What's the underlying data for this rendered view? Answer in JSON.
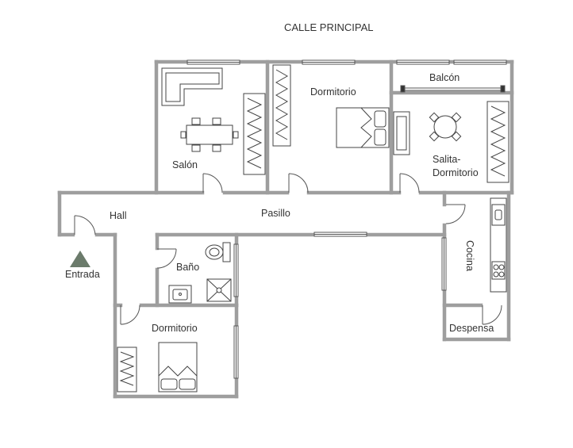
{
  "street": "CALLE PRINCIPAL",
  "rooms": {
    "salon": "Salón",
    "dormitorio_norte": "Dormitorio",
    "balcon": "Balcón",
    "salita": "Salita-",
    "salita_2": "Dormitorio",
    "hall": "Hall",
    "pasillo": "Pasillo",
    "bano": "Baño",
    "cocina": "Cocina",
    "despensa": "Despensa",
    "dormitorio_sur": "Dormitorio",
    "entrada": "Entrada"
  },
  "colors": {
    "wall": "#9e9e9e",
    "window": "#555555",
    "furniture": "#444444",
    "entrance_marker": "#6b7b6b"
  },
  "icons": [
    "entrance-triangle-icon",
    "bed-icon",
    "sofa-icon",
    "table-icon",
    "toilet-icon",
    "sink-icon",
    "shower-icon",
    "stove-icon",
    "wardrobe-icon",
    "door-swing-icon"
  ]
}
